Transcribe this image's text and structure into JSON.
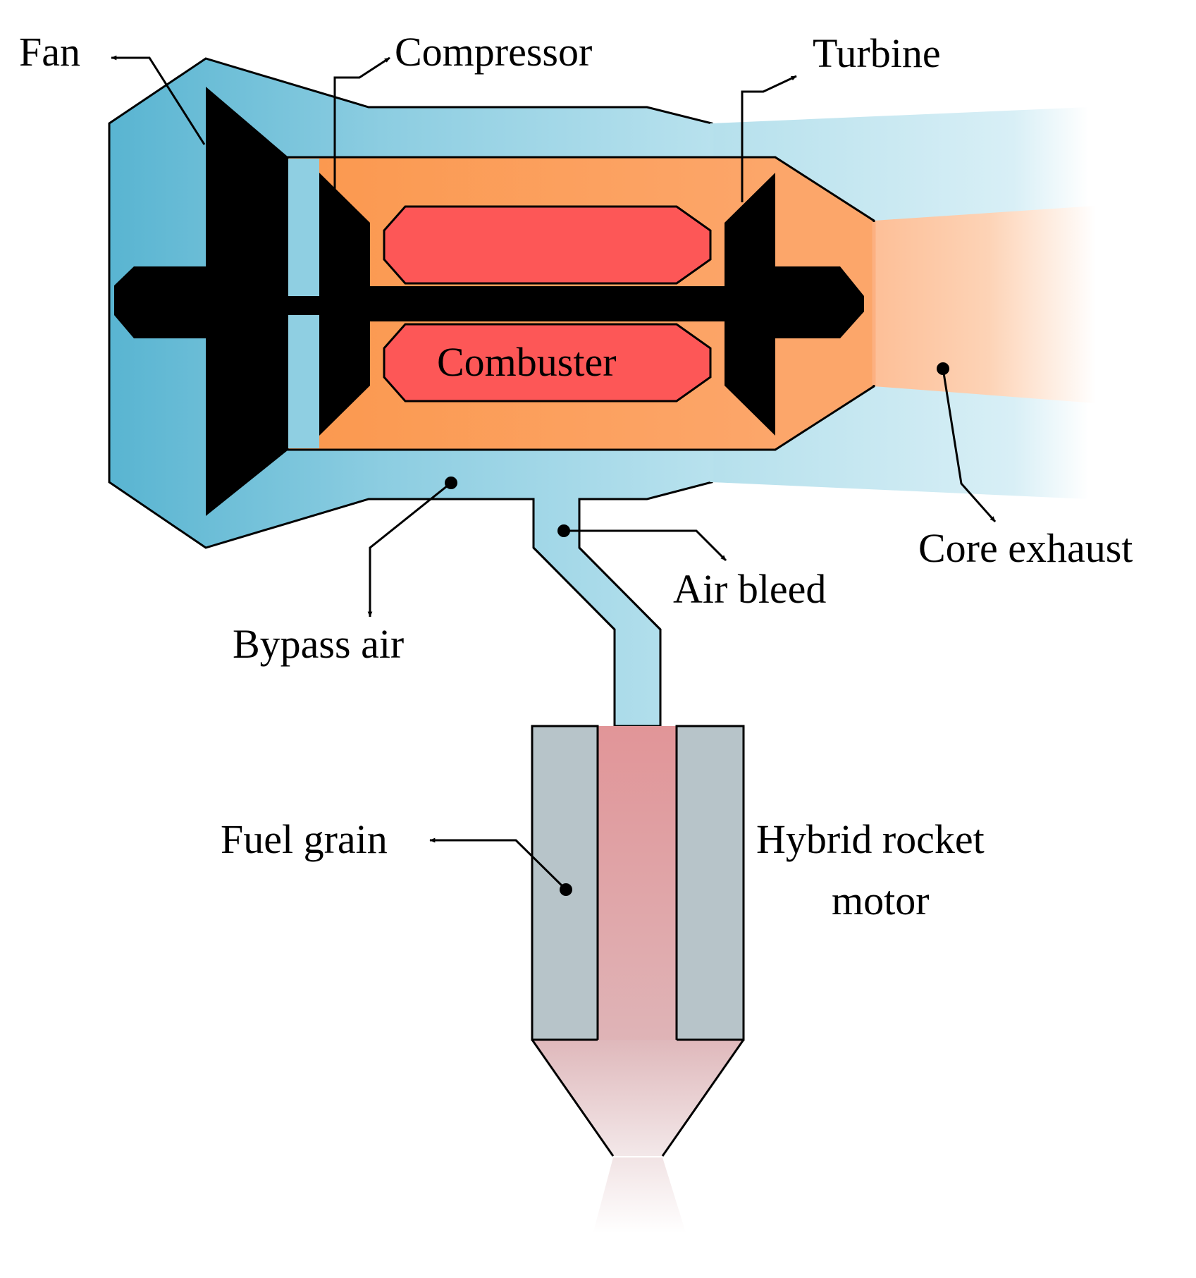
{
  "labels": {
    "fan": "Fan",
    "compressor": "Compressor",
    "turbine": "Turbine",
    "combuster": "Combuster",
    "core_exhaust": "Core exhaust",
    "air_bleed": "Air bleed",
    "bypass_air": "Bypass air",
    "fuel_grain": "Fuel grain",
    "hybrid_rocket_motor_line1": "Hybrid rocket",
    "hybrid_rocket_motor_line2": "motor"
  },
  "colors": {
    "nacelle_dark": "#5bb6d2",
    "nacelle_light": "#a8dbe8",
    "core": "#fb9950",
    "combustor": "#fd5757",
    "rotor": "#000000",
    "fuel_grain": "#b7c4c9",
    "rocket_channel": "#e0979a",
    "exhaust_cyan": "#c9e9f2",
    "exhaust_orange": "#fdb98d"
  }
}
